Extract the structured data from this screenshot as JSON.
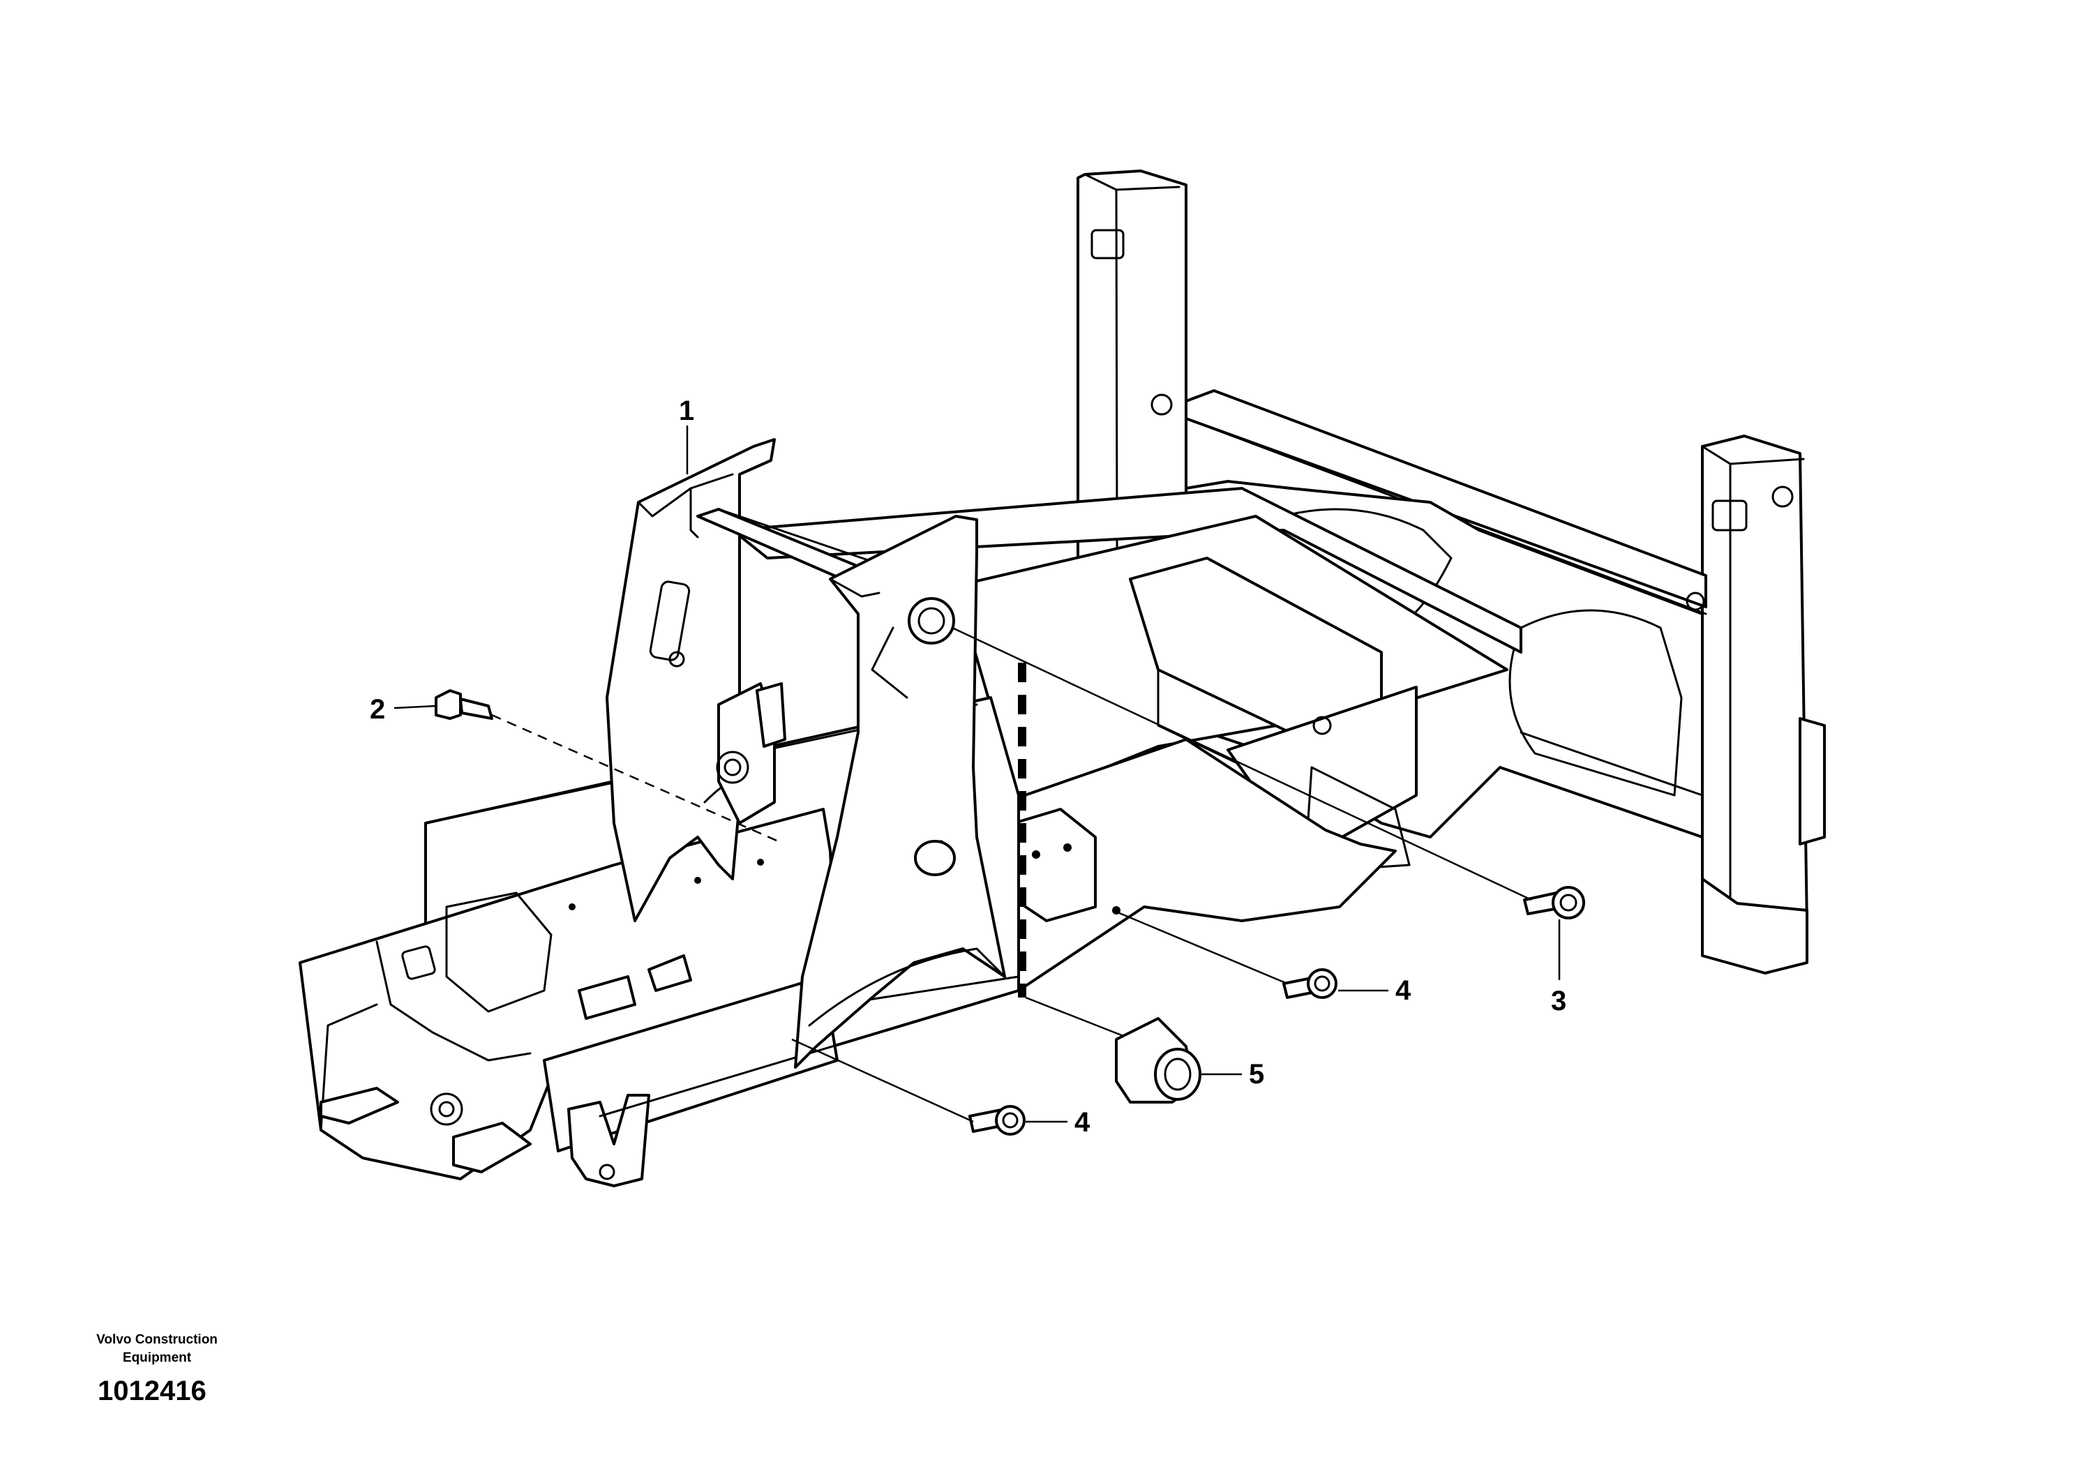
{
  "callouts": [
    {
      "id": "1",
      "label": "1"
    },
    {
      "id": "2",
      "label": "2"
    },
    {
      "id": "3",
      "label": "3"
    },
    {
      "id": "4a",
      "label": "4"
    },
    {
      "id": "4b",
      "label": "4"
    },
    {
      "id": "5",
      "label": "5"
    }
  ],
  "footer": {
    "company_line1": "Volvo Construction",
    "company_line2": "Equipment",
    "drawing_number": "1012416"
  }
}
